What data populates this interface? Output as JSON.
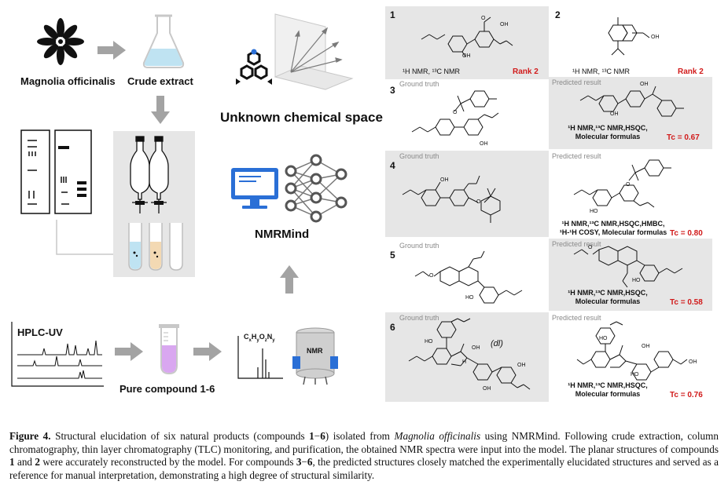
{
  "left": {
    "label_magnolia": "Magnolia officinalis",
    "label_extract": "Crude extract",
    "label_unknown": "Unknown chemical space",
    "label_nmrmind": "NMRMind",
    "label_hplc": "HPLC-UV",
    "label_pure": "Pure compound 1-6",
    "label_formula_c": "C",
    "label_formula_sub_x": "x",
    "label_formula_h": "H",
    "label_formula_sub_y": "y",
    "label_formula_o": "O",
    "label_formula_sub_z": "z",
    "label_formula_n": "N",
    "label_formula_sub_n": "y",
    "label_nmr": "NMR"
  },
  "panels": {
    "p1": {
      "num": "1",
      "methods": "¹H NMR, ¹³C NMR",
      "rank": "Rank 2"
    },
    "p2": {
      "num": "2",
      "methods": "¹H NMR, ¹³C NMR",
      "rank": "Rank 2"
    },
    "p3": {
      "num": "3",
      "gt": "Ground truth",
      "pred": "Predicted result",
      "methods": "¹H NMR,¹³C NMR,HSQC,",
      "methods2": "Molecular formulas",
      "tc": "Tc = 0.67"
    },
    "p4": {
      "num": "4",
      "gt": "Ground truth",
      "pred": "Predicted result",
      "methods": "¹H NMR,¹³C NMR,HSQC,HMBC,",
      "methods2": "¹H-¹H COSY, Molecular formulas",
      "tc": "Tc = 0.80"
    },
    "p5": {
      "num": "5",
      "gt": "Ground truth",
      "pred": "Predicted result",
      "methods": "¹H NMR,¹³C NMR,HSQC,",
      "methods2": "Molecular formulas",
      "tc": "Tc = 0.58"
    },
    "p6": {
      "num": "6",
      "gt": "Ground truth",
      "pred": "Predicted result",
      "methods": "¹H NMR,¹³C NMR,HSQC,",
      "methods2": "Molecular formulas",
      "tc": "Tc = 0.76",
      "dl": "(dl)"
    }
  },
  "atoms": {
    "oh": "OH",
    "ho": "HO",
    "o": "O",
    "h": "H"
  },
  "caption": {
    "fig": "Figure 4.",
    "t1": " Structural elucidation of six natural products (compounds ",
    "r1a": "1",
    "dash1": "−",
    "r1b": "6",
    "t2": ") isolated from ",
    "species": "Magnolia officinalis",
    "t3": " using NMRMind. Following crude extraction, column chromatography, thin layer chromatography (TLC) monitoring, and purification, the obtained NMR spectra were input into the model. The planar structures of compounds ",
    "c1": "1",
    "t4": " and ",
    "c2": "2",
    "t5": " were accurately reconstructed by the model. For compounds ",
    "c3": "3",
    "dash2": "−",
    "c6": "6",
    "t6": ", the predicted structures closely matched the experimentally elucidated structures and served as a reference for manual interpretation, demonstrating a high degree of structural similarity."
  },
  "colors": {
    "panel": "#e6e6e6",
    "arrow": "#a3a3a3",
    "red": "#d11a1a",
    "liquid_blue": "#bfe3f2",
    "liquid_purple": "#d9a7f0",
    "nmr_blue": "#2a6fd6"
  }
}
